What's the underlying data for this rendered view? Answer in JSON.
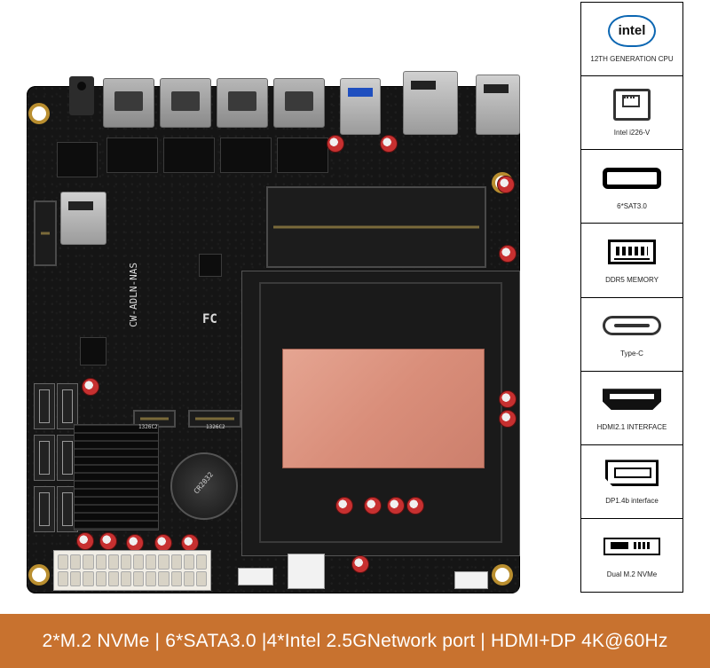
{
  "board": {
    "silkscreen_model": "CW-ADLN-NAS",
    "battery_text": "CR2032",
    "m2_label_1": "1326C2",
    "m2_label_2": "1326C2",
    "fc_mark": "FC"
  },
  "features": [
    {
      "icon": "intel-logo",
      "logo_text": "intel",
      "label": "12TH GENERATION CPU"
    },
    {
      "icon": "rj45-icon",
      "label": "Intel i226-V"
    },
    {
      "icon": "sata-icon",
      "label": "6*SAT3.0"
    },
    {
      "icon": "ddr-memory-icon",
      "label": "DDR5 MEMORY"
    },
    {
      "icon": "type-c-icon",
      "label": "Type-C"
    },
    {
      "icon": "hdmi-icon",
      "label": "HDMI2.1 INTERFACE"
    },
    {
      "icon": "displayport-icon",
      "label": "DP1.4b interface"
    },
    {
      "icon": "m2-ssd-icon",
      "label": "Dual M.2 NVMe"
    }
  ],
  "banner": {
    "text": "2*M.2 NVMe | 6*SATA3.0 |4*Intel 2.5GNetwork port | HDMI+DP 4K@60Hz"
  }
}
